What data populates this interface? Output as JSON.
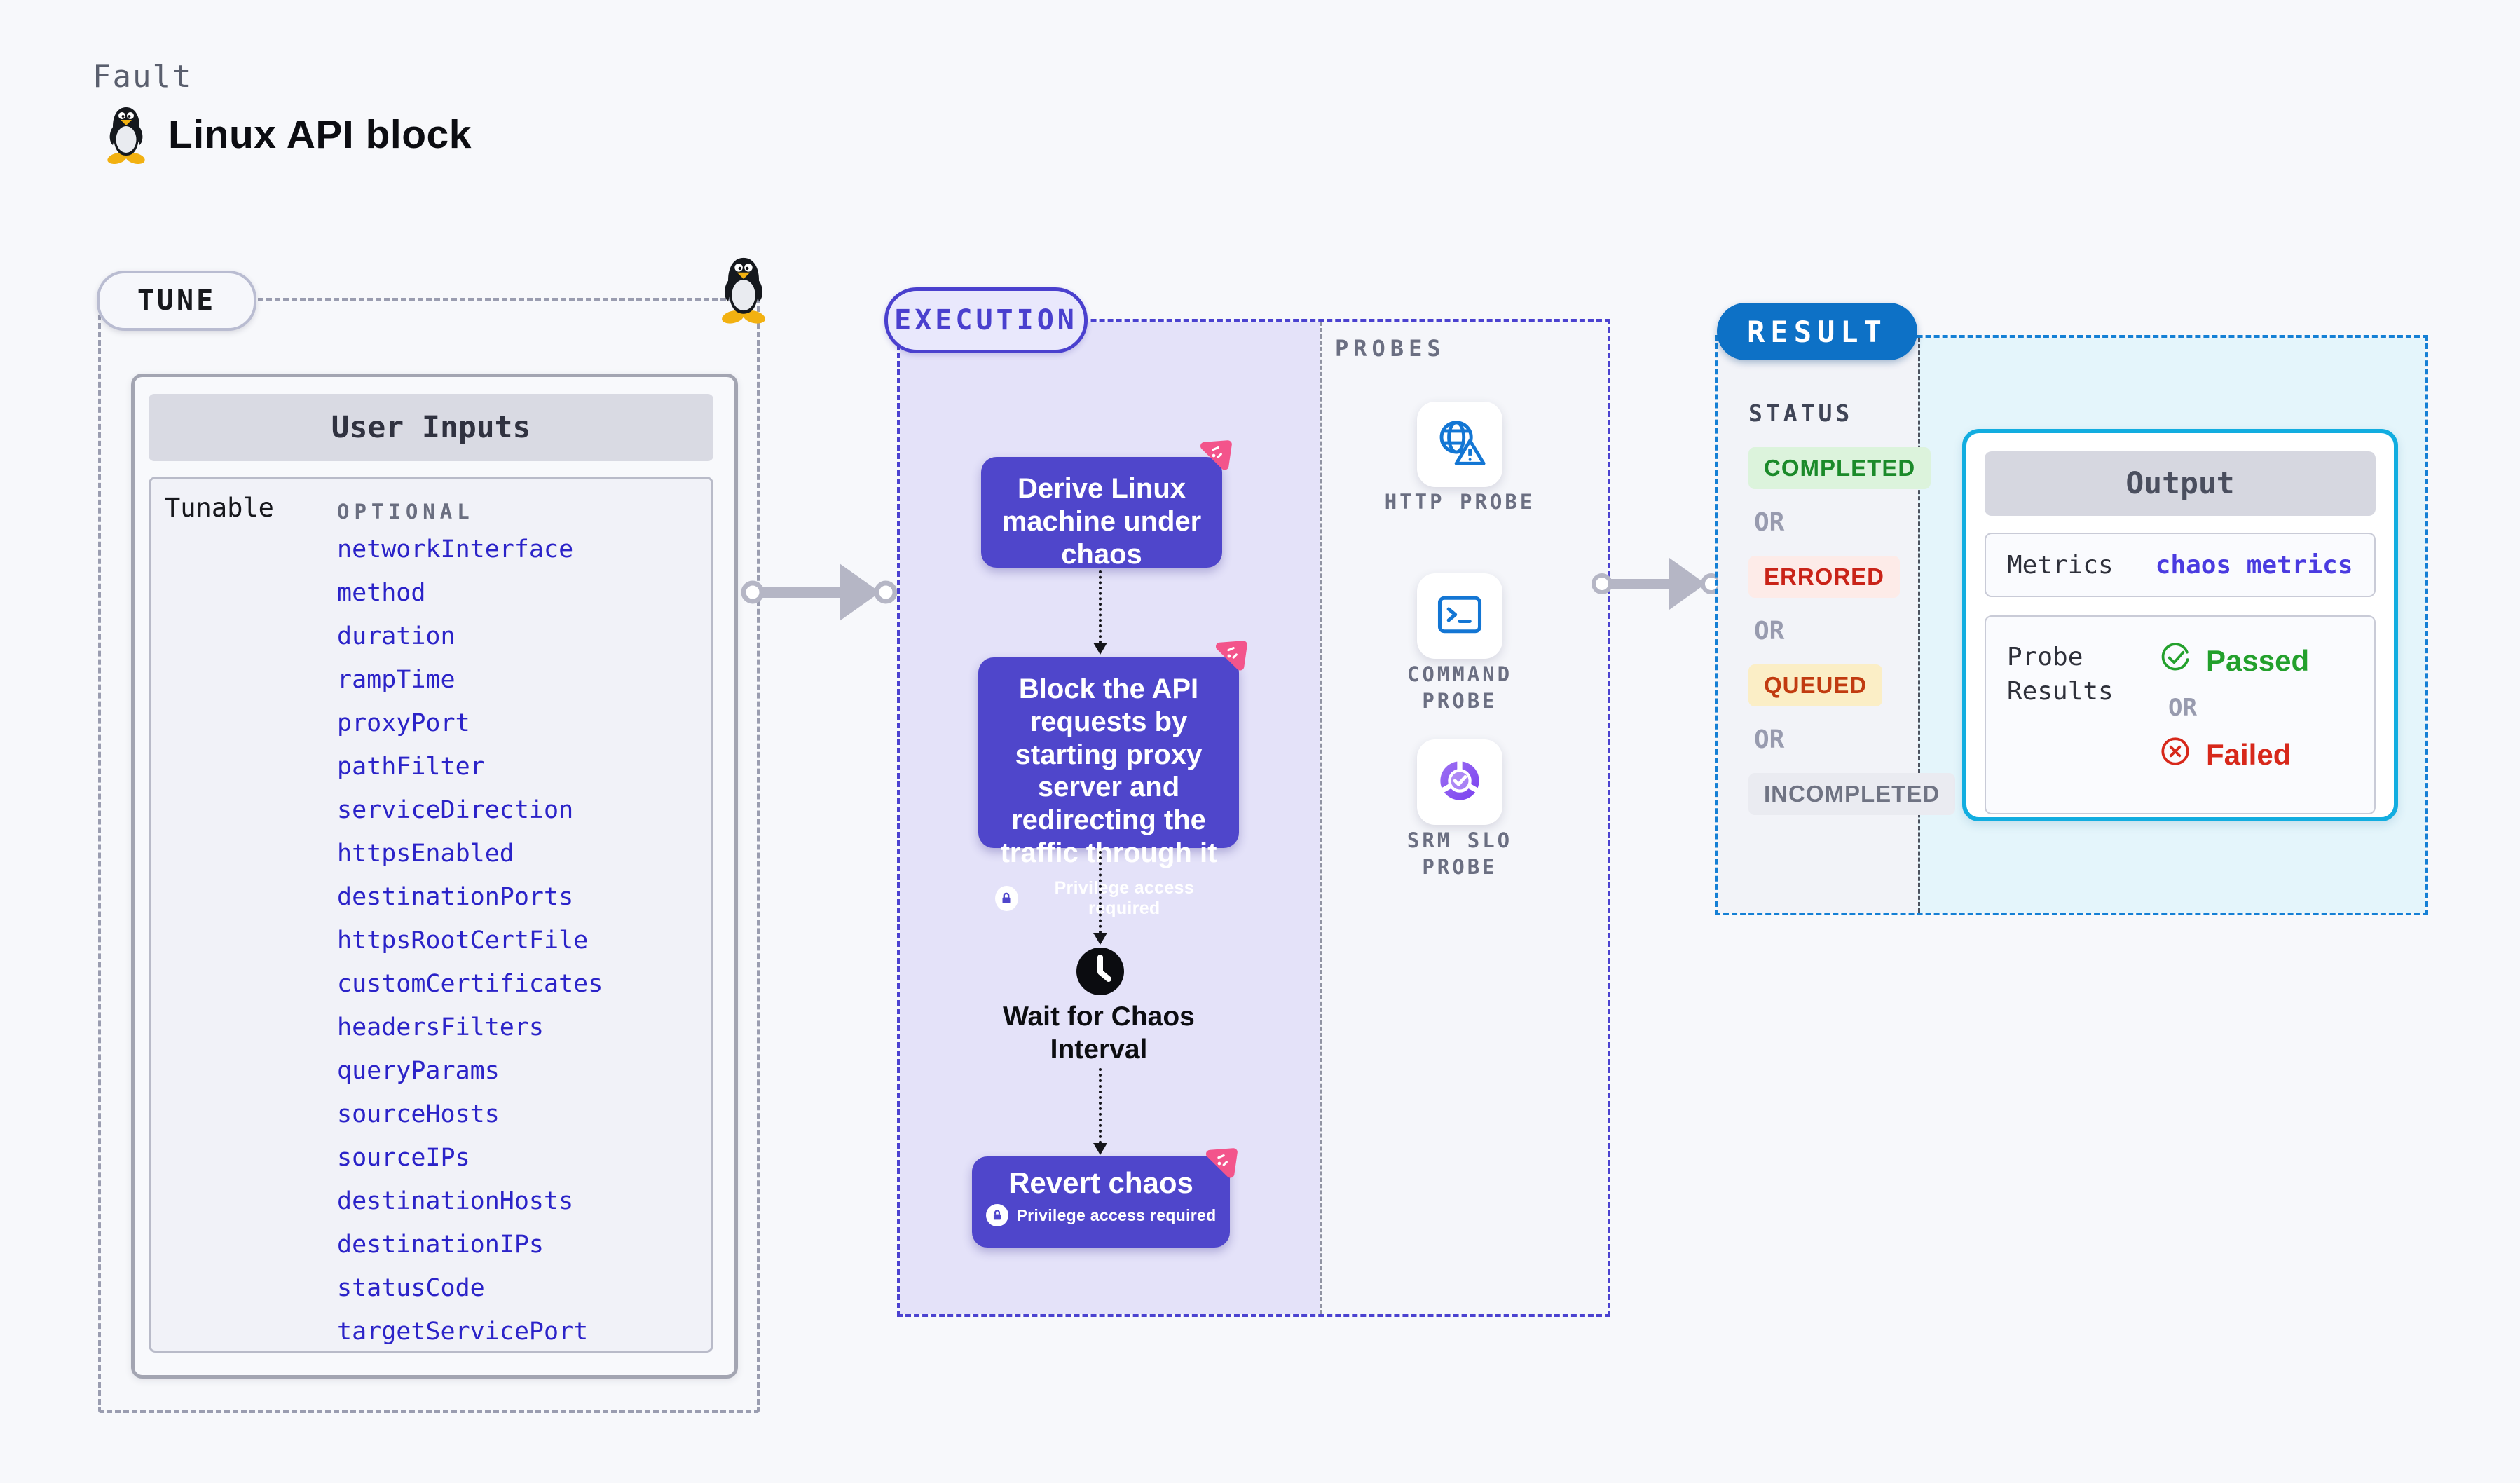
{
  "header": {
    "kicker": "Fault",
    "title": "Linux API block"
  },
  "tune": {
    "pill": "TUNE",
    "card_title": "User Inputs",
    "row_label": "Tunable",
    "badge": "OPTIONAL",
    "params": [
      "networkInterface",
      "method",
      "duration",
      "rampTime",
      "proxyPort",
      "pathFilter",
      "serviceDirection",
      "httpsEnabled",
      "destinationPorts",
      "httpsRootCertFile",
      "customCertificates",
      "headersFilters",
      "queryParams",
      "sourceHosts",
      "sourceIPs",
      "destinationHosts",
      "destinationIPs",
      "statusCode",
      "targetServicePort"
    ],
    "param_color": "#2b23c8"
  },
  "execution": {
    "pill": "EXECUTION",
    "derive": "Derive Linux machine under chaos",
    "block": "Block the API requests by starting proxy server and redirecting the traffic through it",
    "privilege": "Privilege access required",
    "wait_line1": "Wait for Chaos",
    "wait_line2": "Interval",
    "revert": "Revert chaos",
    "node_color": "#4f46cb",
    "accent_pink": "#f3548b",
    "border_color": "#4b42d0"
  },
  "probes": {
    "label": "PROBES",
    "items": [
      {
        "name": "HTTP PROBE",
        "icon": "globe-alert-icon"
      },
      {
        "name": "COMMAND PROBE",
        "icon": "terminal-icon"
      },
      {
        "name": "SRM SLO PROBE",
        "icon": "slo-gauge-icon"
      }
    ],
    "icon_color": "#1376d4"
  },
  "result": {
    "pill": "RESULT",
    "pill_color": "#0d71c6",
    "status_label": "STATUS",
    "separator": "OR",
    "statuses": [
      {
        "label": "COMPLETED",
        "fg": "#1b8a2a",
        "bg": "#dcf3dc"
      },
      {
        "label": "ERRORED",
        "fg": "#c92318",
        "bg": "#fdebe8"
      },
      {
        "label": "QUEUED",
        "fg": "#c13b10",
        "bg": "#fbeec6"
      },
      {
        "label": "INCOMPLETED",
        "fg": "#6f7383",
        "bg": "#eaebf1"
      }
    ],
    "output": {
      "title": "Output",
      "metrics_label": "Metrics",
      "metrics_value": "chaos metrics",
      "metrics_value_color": "#4a3be0",
      "probe_results_label": "Probe Results",
      "passed": "Passed",
      "passed_color": "#23a02c",
      "or": "OR",
      "failed": "Failed",
      "failed_color": "#d7281b",
      "card_border_color": "#12ade0"
    }
  }
}
